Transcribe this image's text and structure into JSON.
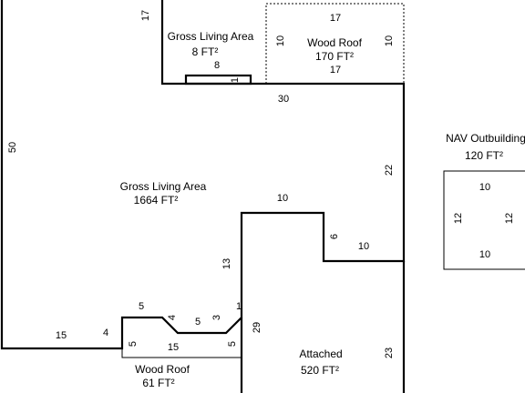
{
  "areas": {
    "gla_upper": {
      "name": "Gross Living Area",
      "size": "8 FT²"
    },
    "wood_roof_upper": {
      "name": "Wood Roof",
      "size": "170 FT²"
    },
    "outbuilding": {
      "name": "NAV Outbuilding",
      "size": "120 FT²"
    },
    "gla_main": {
      "name": "Gross Living Area",
      "size": "1664 FT²"
    },
    "attached": {
      "name": "Attached",
      "size": "520 FT²"
    },
    "wood_roof_lower": {
      "name": "Wood Roof",
      "size": "61 FT²"
    }
  },
  "dimensions": {
    "left_17": "17",
    "small_top_8": "8",
    "small_right_1": "1",
    "wr_top_17": "17",
    "wr_left_10": "10",
    "wr_right_10": "10",
    "wr_bottom_17": "17",
    "top_30": "30",
    "left_50": "50",
    "right_22": "22",
    "notch_top_10": "10",
    "notch_side_6": "6",
    "notch_bottom_10": "10",
    "inner_13": "13",
    "step_1": "1",
    "inner_29": "29",
    "right_23": "23",
    "bottom_15": "15",
    "bump_4": "4",
    "bump_5": "5",
    "diag_left_4": "4",
    "bump_bottom_5": "5",
    "diag_right_3": "3",
    "wrl_left_5": "5",
    "wrl_bottom_15": "15",
    "wrl_right_5": "5",
    "out_top_10": "10",
    "out_left_12": "12",
    "out_right_12": "12",
    "out_bottom_10": "10"
  }
}
